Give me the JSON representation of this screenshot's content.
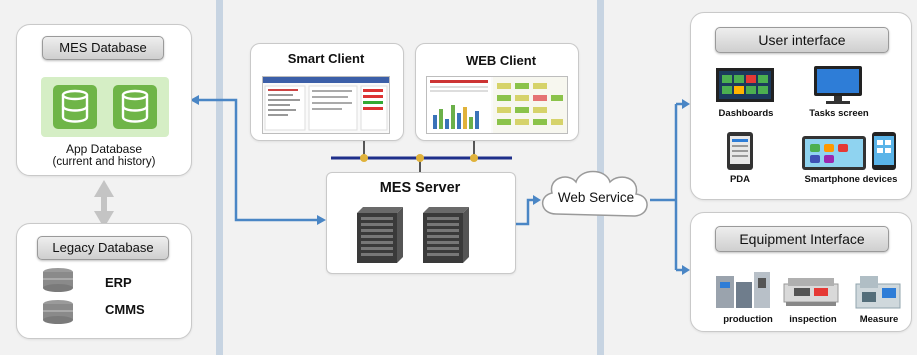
{
  "mes_database": {
    "title": "MES Database",
    "app_db_line1": "App Database",
    "app_db_line2": "(current and history)"
  },
  "legacy_database": {
    "title": "Legacy Database",
    "items": [
      "ERP",
      "CMMS"
    ]
  },
  "clients": {
    "smart": "Smart Client",
    "web": "WEB Client"
  },
  "server": {
    "title": "MES Server"
  },
  "web_service": {
    "label": "Web Service"
  },
  "user_interface": {
    "title": "User interface",
    "items": [
      "Dashboards",
      "Tasks screen",
      "PDA",
      "Smartphone devices"
    ]
  },
  "equipment_interface": {
    "title": "Equipment Interface",
    "items": [
      "production",
      "inspection",
      "Measure"
    ]
  },
  "colors": {
    "connector": "#4a86c5",
    "bus": "#1f2f8a",
    "node": "#e0b23a",
    "db_green": "#6fb548",
    "divider": "#c7d4e2"
  }
}
